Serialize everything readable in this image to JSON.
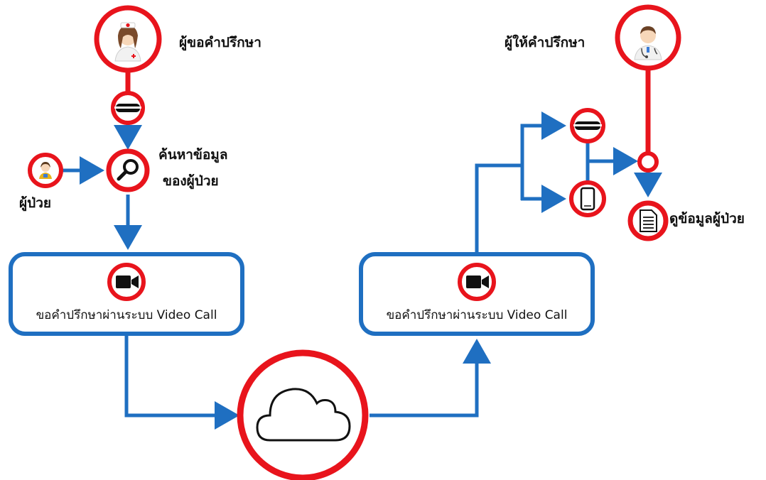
{
  "labels": {
    "requester": "ผู้ขอคำปรึกษา",
    "consultant": "ผู้ให้คำปรึกษา",
    "search_line1": "ค้นหาข้อมูล",
    "search_line2": "ของผู้ป่วย",
    "patient": "ผู้ป่วย",
    "view_patient": "ดูข้อมูลผู้ป่วย",
    "left_box": "ขอคำปรึกษาผ่านระบบ Video Call",
    "right_box": "ขอคำปรึกษาผ่านระบบ Video Call"
  },
  "colors": {
    "circle_stroke": "#e8141c",
    "arrow": "#1f6fc1",
    "box_stroke": "#1f6fc1",
    "line_red": "#e8141c"
  },
  "icons": {
    "requester": "nurse-avatar-icon",
    "consultant": "doctor-avatar-icon",
    "patient": "patient-avatar-icon",
    "search": "magnifier-icon",
    "headset_left": "vr-headset-icon",
    "headset_right": "vr-headset-icon",
    "phone": "smartphone-icon",
    "document": "document-icon",
    "video": "video-camera-icon",
    "cloud": "cloud-icon"
  }
}
